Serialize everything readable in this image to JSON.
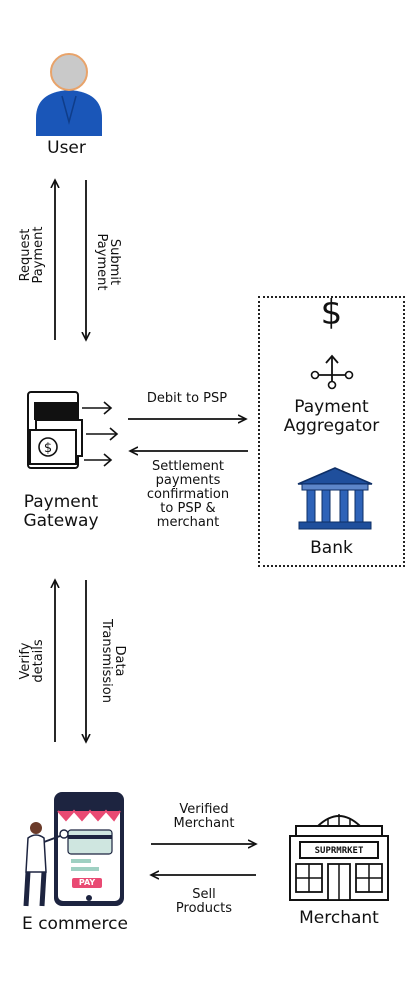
{
  "nodes": {
    "user": "User",
    "payment_gateway": [
      "Payment",
      "Gateway"
    ],
    "payment_aggregator": [
      "Payment",
      "Aggregator"
    ],
    "bank": "Bank",
    "ecommerce": "E commerce",
    "merchant": "Merchant"
  },
  "edges": {
    "request_payment": [
      "Request",
      "Payment"
    ],
    "submit_payment": [
      "Submit",
      "Payment"
    ],
    "debit_to_psp": "Debit to PSP",
    "settlement": [
      "Settlement",
      "payments",
      "confirmation",
      "to PSP &",
      "merchant"
    ],
    "verify_details": [
      "Verify",
      "details"
    ],
    "data_transmission": [
      "Data",
      "Transmission"
    ],
    "verified_merchant": [
      "Verified",
      "Merchant"
    ],
    "sell_products": [
      "Sell",
      "Products"
    ]
  },
  "icons": {
    "dollar_symbol": "$",
    "store_sign": "SUPRMRKET",
    "pay_badge": "PAY"
  },
  "colors": {
    "user_blue": "#1a56b8",
    "user_face": "#c9c9c9",
    "bank_blue": "#1f4f9c",
    "phone_pink": "#e94a73",
    "phone_dark": "#1d2440"
  }
}
